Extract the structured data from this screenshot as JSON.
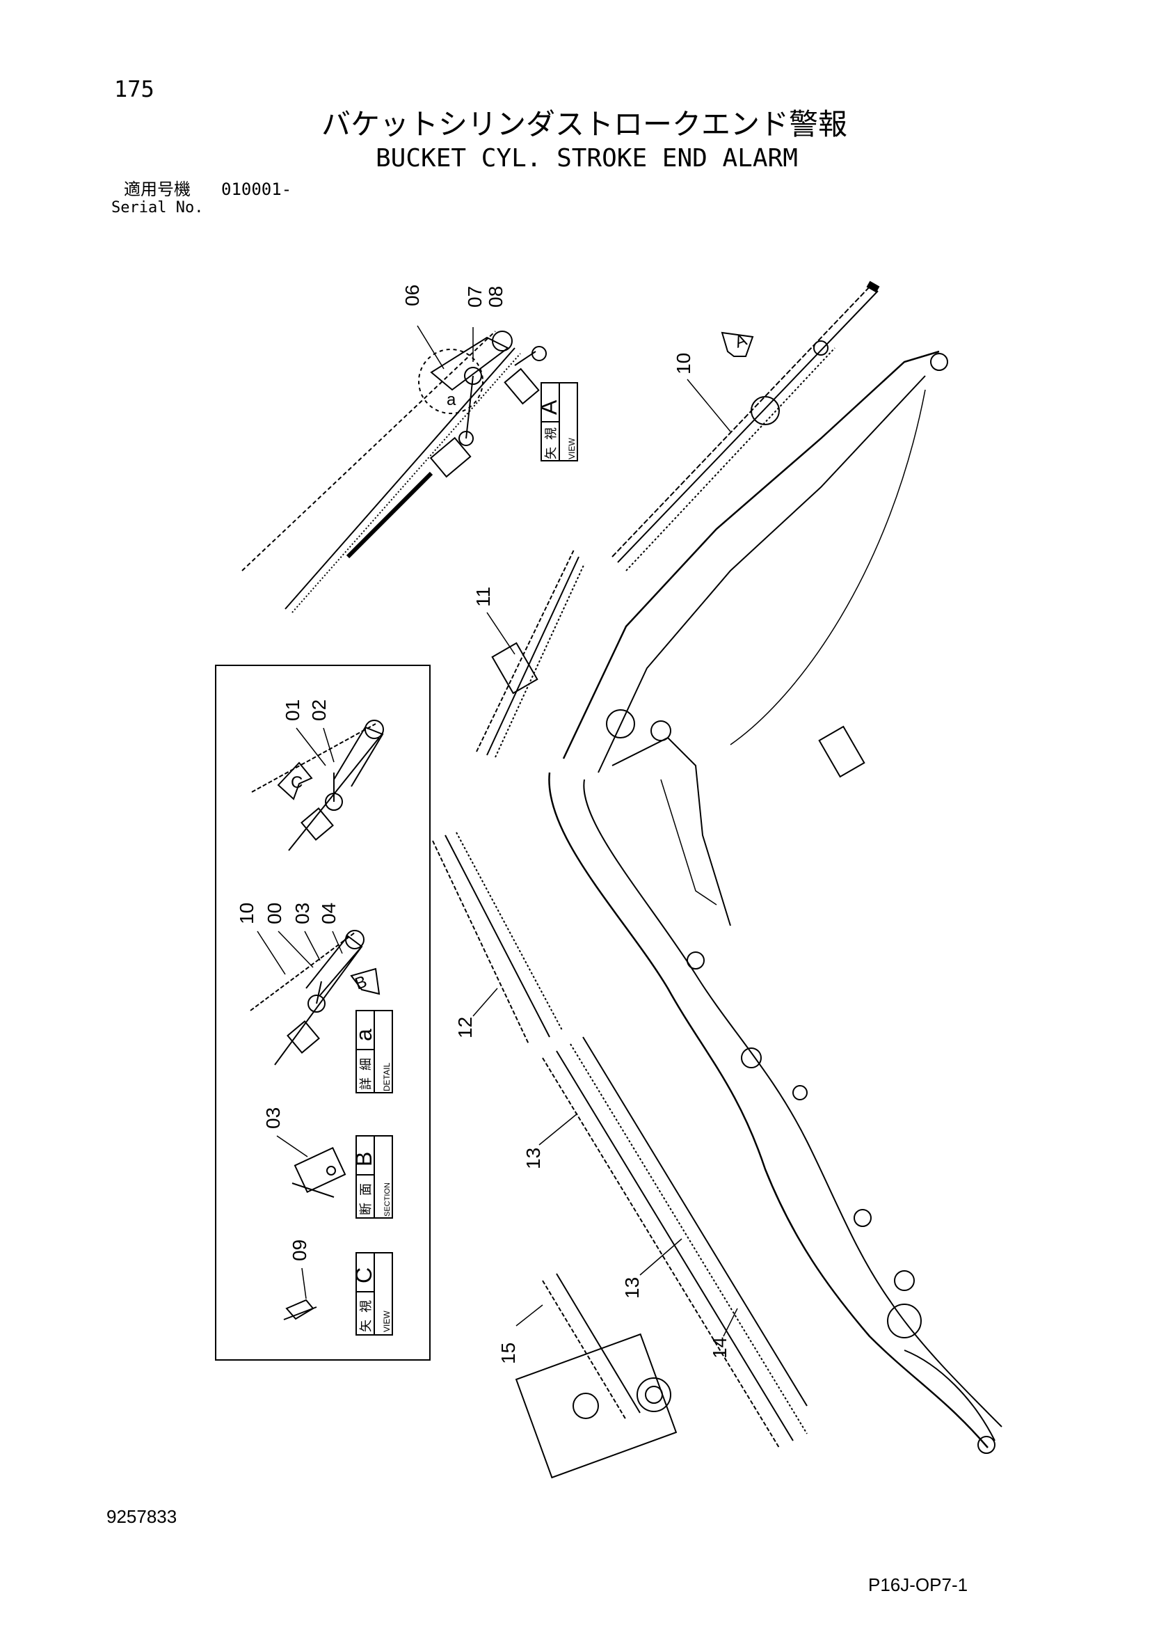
{
  "header": {
    "page_number": "175",
    "title_jp": "バケットシリンダストロークエンド警報",
    "title_en": "BUCKET CYL. STROKE END ALARM",
    "serial_label_jp": "適用号機",
    "serial_value": "010001-",
    "serial_label_en": "Serial No."
  },
  "callouts": {
    "c06": "06",
    "c07": "07",
    "c08": "08",
    "c10a": "10",
    "c11": "11",
    "c12": "12",
    "c13a": "13",
    "c13b": "13",
    "c14": "14",
    "c15": "15",
    "c01": "01",
    "c02": "02",
    "c10b": "10",
    "c00": "00",
    "c03a": "03",
    "c04": "04",
    "c03b": "03",
    "c09": "09"
  },
  "markers": {
    "a_small": "a",
    "arrow_a": "A",
    "arrow_b": "B",
    "arrow_c": "C"
  },
  "view_boxes": {
    "view_a": {
      "jp1": "矢",
      "jp2": "視",
      "en": "VIEW",
      "letter": "A"
    },
    "detail_a": {
      "jp1": "詳",
      "jp2": "細",
      "en": "DETAIL",
      "letter": "a"
    },
    "section_b": {
      "jp1": "断",
      "jp2": "面",
      "en": "SECTION",
      "letter": "B"
    },
    "view_c": {
      "jp1": "矢",
      "jp2": "視",
      "en": "VIEW",
      "letter": "C"
    }
  },
  "footer": {
    "doc_number": "9257833",
    "page_code": "P16J-OP7-1"
  }
}
